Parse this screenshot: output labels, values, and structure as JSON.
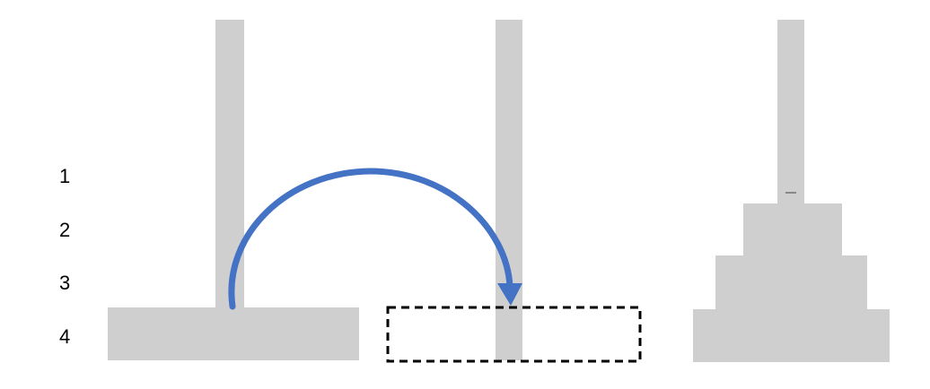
{
  "row_labels": [
    "1",
    "2",
    "3",
    "4"
  ],
  "colors": {
    "peg": "#d0cfd0",
    "disk": "#d0cfd0",
    "arrow": "#4472c4",
    "target_outline": "#000000",
    "background": "#ffffff"
  },
  "pegs": [
    {
      "name": "left",
      "disks": [
        4
      ]
    },
    {
      "name": "middle",
      "disks": []
    },
    {
      "name": "right",
      "disks": [
        4,
        3,
        2,
        1
      ]
    }
  ],
  "move": {
    "disk": 4,
    "from": "left",
    "to": "middle"
  }
}
